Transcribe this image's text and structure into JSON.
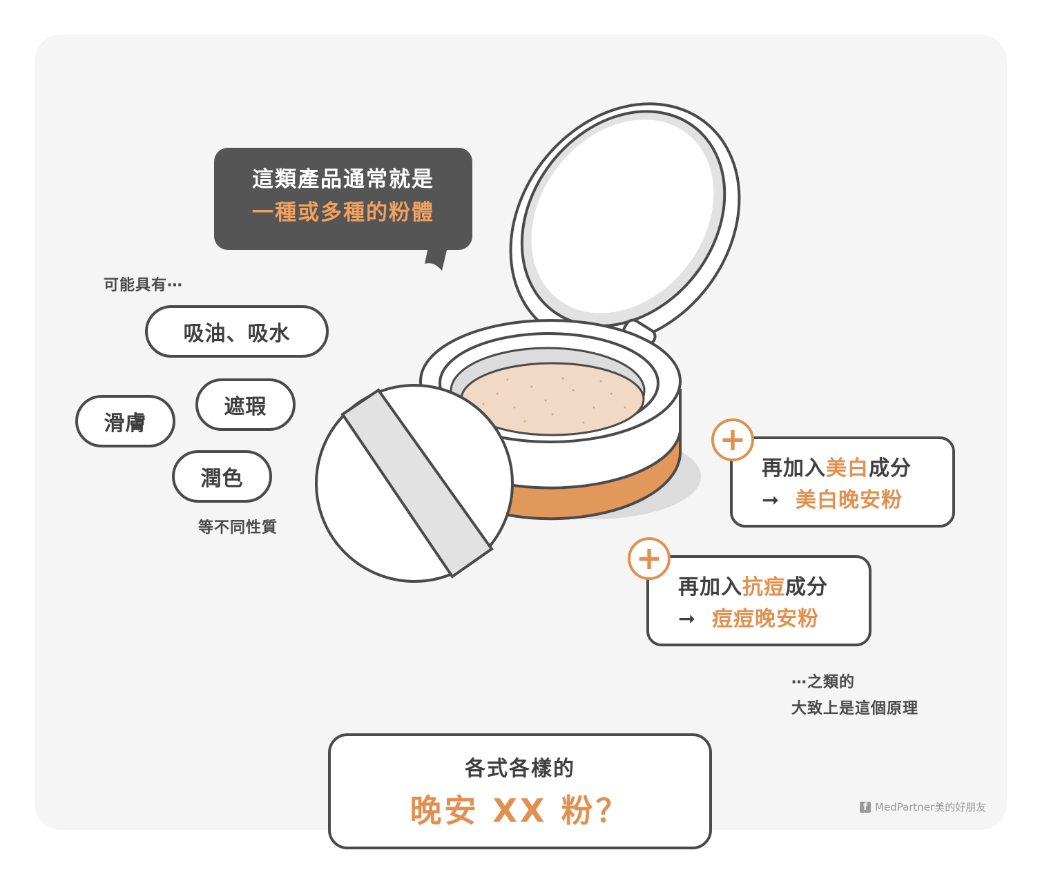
{
  "speech": {
    "line1": "這類產品通常就是",
    "line2": "一種或多種的粉體"
  },
  "properties": {
    "intro": "可能具有⋯",
    "items": [
      "吸油、吸水",
      "遮瑕",
      "滑膚",
      "潤色"
    ],
    "outro": "等不同性質"
  },
  "additions": [
    {
      "prefix": "再加入",
      "highlight": "美白",
      "suffix": "成分",
      "arrow": "➞",
      "result": "美白晚安粉"
    },
    {
      "prefix": "再加入",
      "highlight": "抗痘",
      "suffix": "成分",
      "arrow": "➞",
      "result": "痘痘晚安粉"
    }
  ],
  "plus_symbol": "+",
  "closing": {
    "line1": "⋯之類的",
    "line2": "大致上是這個原理"
  },
  "bottom": {
    "line1": "各式各樣的",
    "line2": "晚安 XX 粉？"
  },
  "credit": {
    "icon": "f",
    "text": "MedPartner美的好朋友"
  },
  "colors": {
    "accent": "#e1904f",
    "outline": "#4a4a4a",
    "background": "#f4f5f4",
    "dark_bubble": "#555555"
  }
}
